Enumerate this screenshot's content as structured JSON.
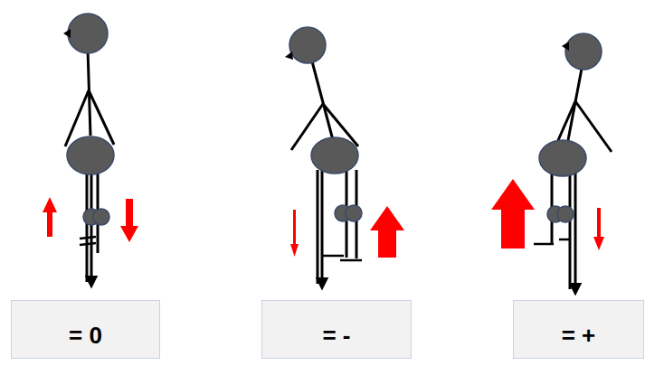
{
  "diagram": {
    "nodes": [
      {
        "text": [
          "= 0"
        ]
      },
      {
        "text": [
          "= -"
        ]
      },
      {
        "text": [
          "= +"
        ]
      }
    ]
  }
}
